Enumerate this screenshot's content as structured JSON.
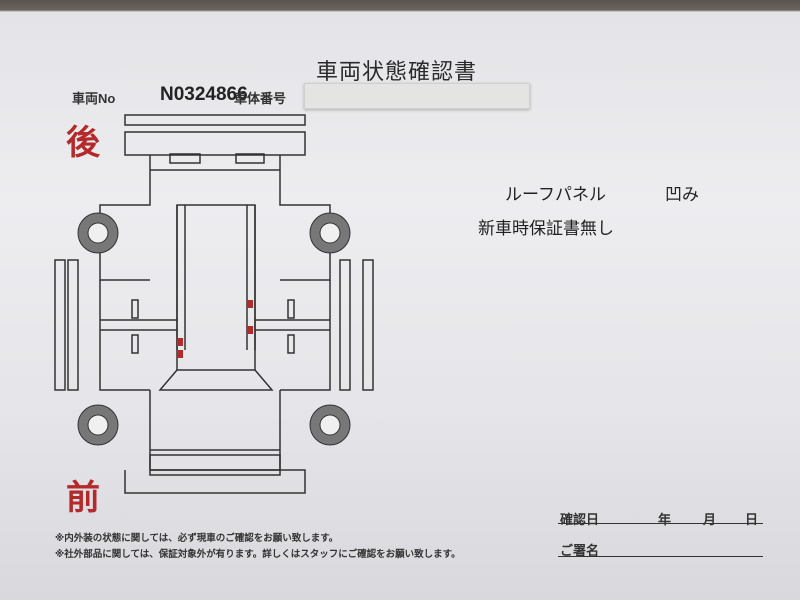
{
  "document": {
    "title": "車両状態確認書",
    "vehicle_no_label": "車両No",
    "vehicle_no": "N0324866",
    "chassis_no_label": "車体番号",
    "rear_label": "後",
    "front_label": "前",
    "notes": [
      "ルーフパネル",
      "凹み",
      "新車時保証書無し"
    ],
    "footnotes": [
      "※内外装の状態に関しては、必ず現車のご確認をお願い致します。",
      "※社外部品に関しては、保証対象外が有ります。詳しくはスタッフにご確認をお願い致します。"
    ],
    "confirm_date_label": "確認日",
    "year_label": "年",
    "month_label": "月",
    "day_label": "日",
    "signature_label": "ご署名"
  },
  "colors": {
    "accent_red": "#b42a2a",
    "line": "#333333"
  }
}
